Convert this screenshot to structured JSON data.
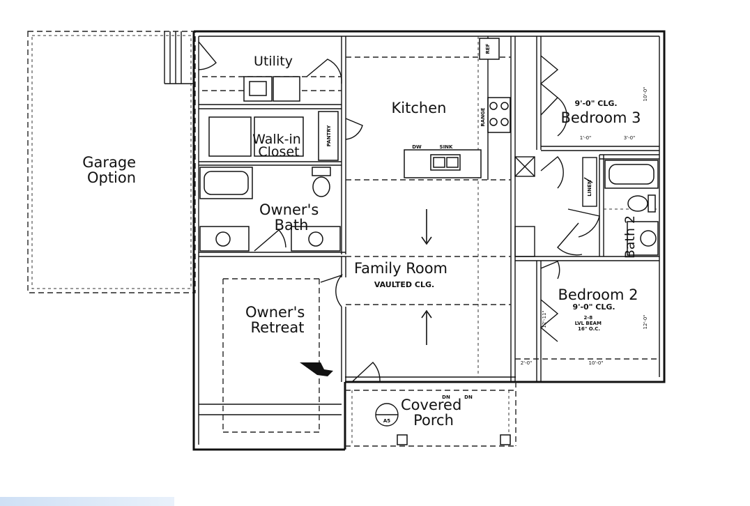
{
  "rooms": {
    "garage": "Garage\nOption",
    "utility": "Utility",
    "kitchen": "Kitchen",
    "walkin_closet": "Walk-in\nCloset",
    "pantry": "PANTRY",
    "owners_bath": "Owner's\nBath",
    "owners_retreat": "Owner's\nRetreat",
    "family_room": "Family Room",
    "family_room_note": "VAULTED CLG.",
    "bedroom3": "Bedroom 3",
    "bedroom3_note": "9'-0\" CLG.",
    "bedroom2": "Bedroom 2",
    "bedroom2_note": "9'-0\" CLG.",
    "bath2": "Bath 2",
    "covered_porch": "Covered\nPorch"
  },
  "labels": {
    "linen": "LINEN",
    "dw": "DW",
    "sink": "SINK",
    "range": "RANGE",
    "ref": "REF",
    "porch_dn_left": "DN",
    "porch_dn_right": "DN",
    "porch_symbol": "A5"
  },
  "dimensions": {
    "bed3_right": "10'-0\"",
    "bed3_hall_a": "1'-0\"",
    "bed3_hall_b": "3'-0\"",
    "bed2_bottom_left": "2'-0\"",
    "bed2_bottom_right": "10'-0\"",
    "bed2_right": "12'-0\"",
    "bed2_side": "12'-11\"",
    "bed2_beam": "2-8\nLVL BEAM\n16\" O.C."
  }
}
